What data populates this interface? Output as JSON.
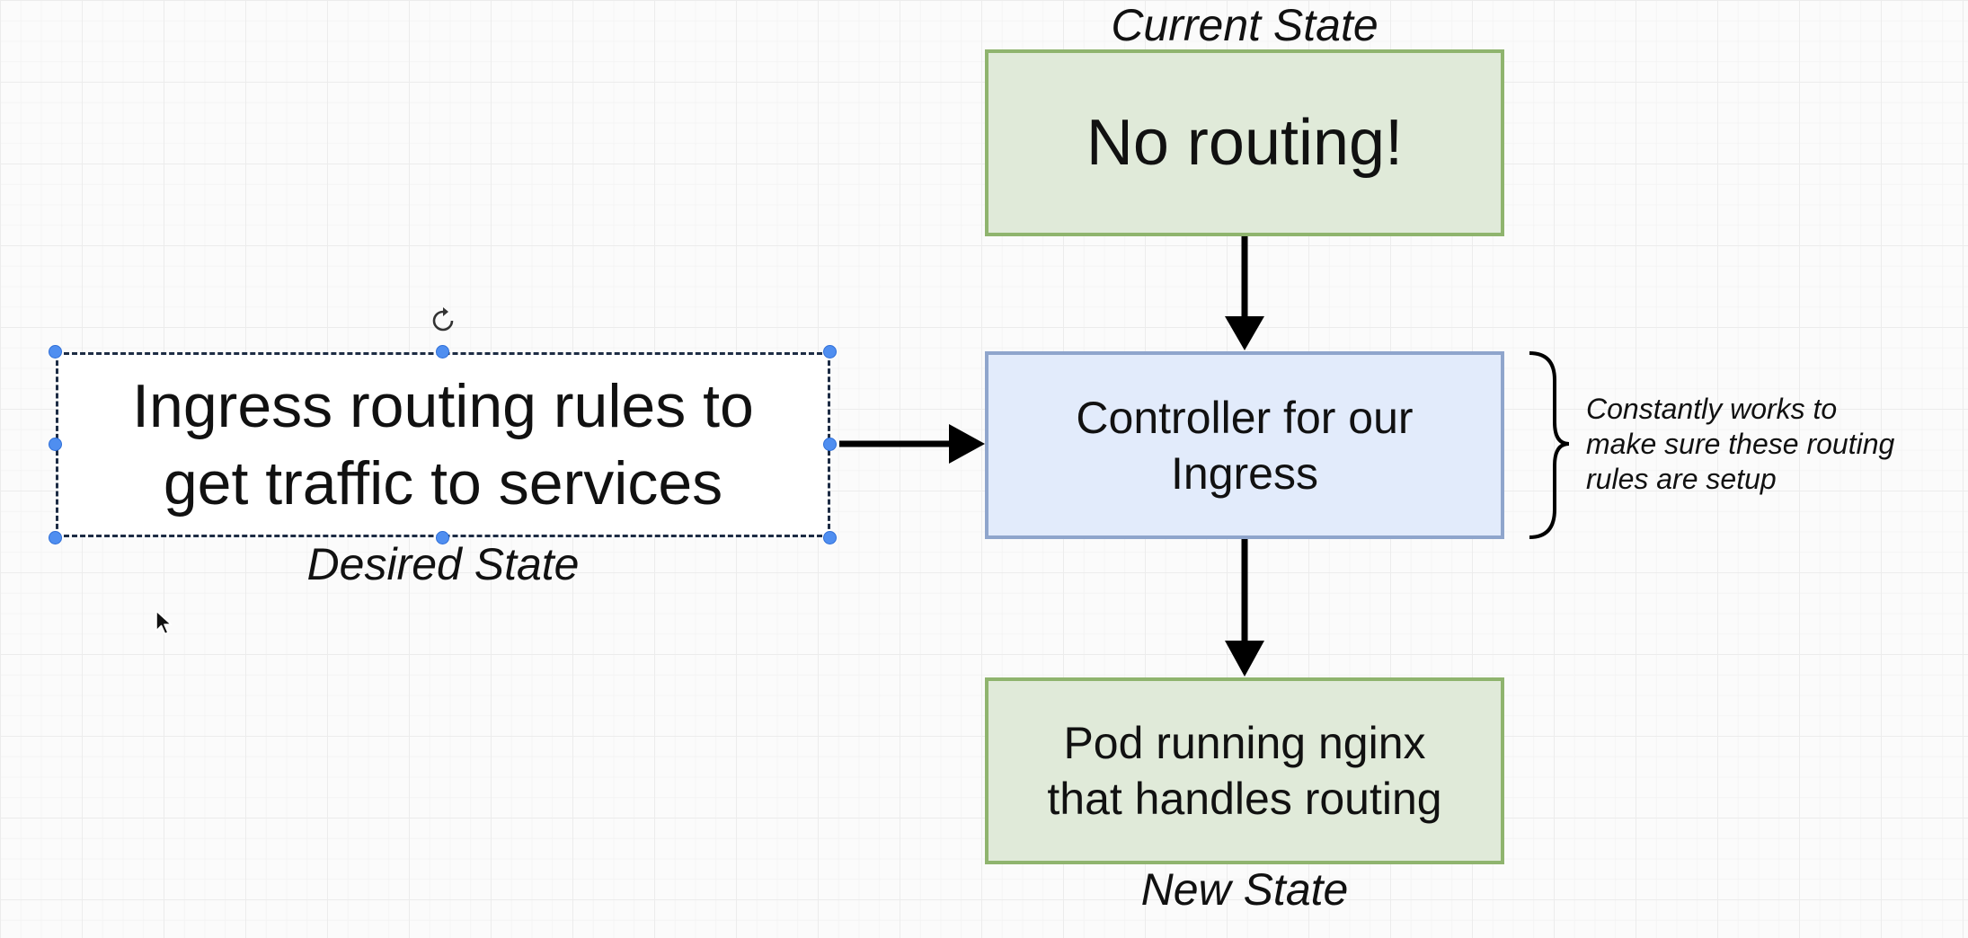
{
  "diagram": {
    "current_state_label": "Current State",
    "current_box_text": "No routing!",
    "desired_box_line1": "Ingress routing rules to",
    "desired_box_line2": "get traffic to services",
    "desired_state_label": "Desired State",
    "controller_line1": "Controller for our",
    "controller_line2": "Ingress",
    "pod_line1": "Pod running nginx",
    "pod_line2": "that handles routing",
    "new_state_label": "New State",
    "note_line1": "Constantly works to",
    "note_line2": "make sure these routing",
    "note_line3": "rules are setup"
  },
  "colors": {
    "state_fill": "#e0ead9",
    "state_border": "#8fb46e",
    "controller_fill": "#e2ebfb",
    "controller_border": "#8fa5cc",
    "selection_handle": "#4f8ef0"
  },
  "icons": {
    "rotate_handle": "rotate-icon",
    "cursor": "mouse-pointer-icon"
  }
}
